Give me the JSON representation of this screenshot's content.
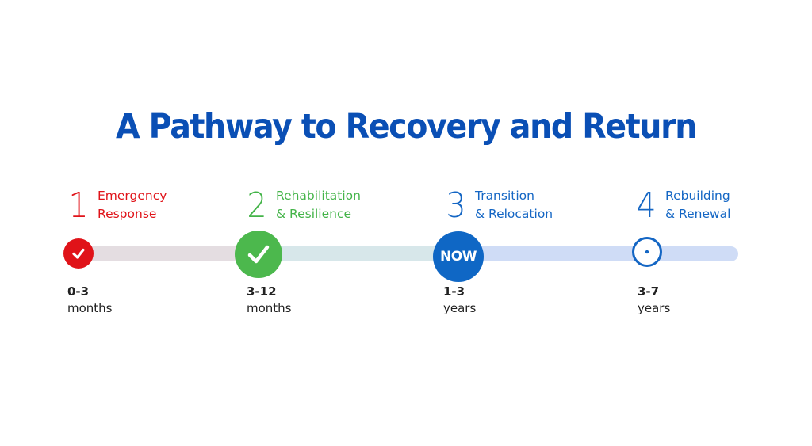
{
  "title": "A Pathway to Recovery and Return",
  "colors": {
    "title": "#0a4fb5",
    "stage1": "#e01319",
    "stage2": "#44b449",
    "stage3": "#1466c4",
    "stage4": "#1466c4",
    "track1": "#e4dde1",
    "track2": "#d7e7ea",
    "track3": "#cfdcf6"
  },
  "stages": [
    {
      "number": "1",
      "label_line1": "Emergency",
      "label_line2": "Response",
      "range": "0-3",
      "unit": "months",
      "status": "completed",
      "marker": "check-icon"
    },
    {
      "number": "2",
      "label_line1": "Rehabilitation",
      "label_line2": "& Resilience",
      "range": "3-12",
      "unit": "months",
      "status": "completed",
      "marker": "check-icon"
    },
    {
      "number": "3",
      "label_line1": "Transition",
      "label_line2": "& Relocation",
      "range": "1-3",
      "unit": "years",
      "status": "current",
      "marker_text": "NOW"
    },
    {
      "number": "4",
      "label_line1": "Rebuilding",
      "label_line2": "& Renewal",
      "range": "3-7",
      "unit": "years",
      "status": "upcoming",
      "marker": "target-icon"
    }
  ]
}
